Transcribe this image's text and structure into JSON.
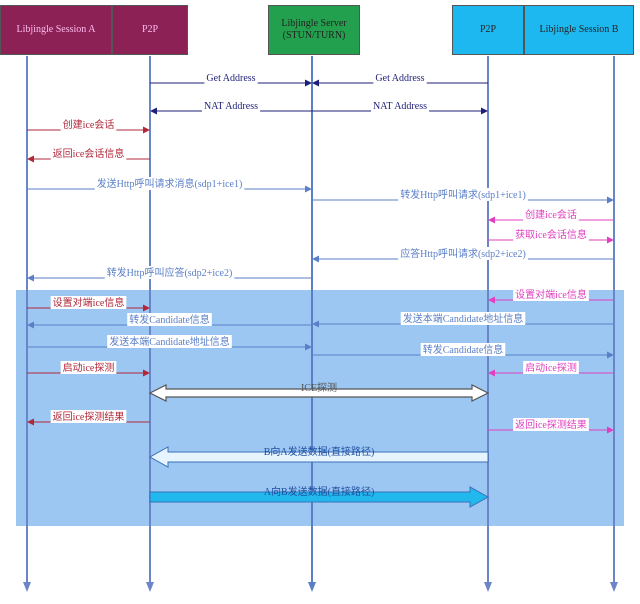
{
  "participants": [
    {
      "id": "A",
      "label": "Libjingle Session A",
      "color": "#8b2155"
    },
    {
      "id": "P2PA",
      "label": "P2P",
      "color": "#8b2155"
    },
    {
      "id": "S",
      "label": "Libjingle Server (STUN/TURN)",
      "color": "#23a04d"
    },
    {
      "id": "P2PB",
      "label": "P2P",
      "color": "#1eb8f0"
    },
    {
      "id": "B",
      "label": "Libjingle Session B",
      "color": "#1eb8f0"
    }
  ],
  "highlight_color": "#9cc7f2",
  "messages": [
    {
      "label": "Get Address",
      "from": "P2PA",
      "to": "S",
      "color": "#1f1f7a"
    },
    {
      "label": "Get Address",
      "from": "P2PB",
      "to": "S",
      "color": "#1f1f7a"
    },
    {
      "label": "NAT Address",
      "from": "S",
      "to": "P2PA",
      "color": "#1f1f7a"
    },
    {
      "label": "NAT Address",
      "from": "S",
      "to": "P2PB",
      "color": "#1f1f7a"
    },
    {
      "label": "创建ice会话",
      "from": "A",
      "to": "P2PA",
      "color": "#b0283a"
    },
    {
      "label": "返回ice会话信息",
      "from": "P2PA",
      "to": "A",
      "color": "#b0283a"
    },
    {
      "label": "发送Http呼叫请求消息(sdp1+ice1)",
      "from": "A",
      "to": "S",
      "color": "#5a7fc7"
    },
    {
      "label": "转发Http呼叫请求(sdp1+ice1)",
      "from": "S",
      "to": "B",
      "color": "#5a7fc7"
    },
    {
      "label": "创建ice会话",
      "from": "B",
      "to": "P2PB",
      "color": "#e040c0"
    },
    {
      "label": "获取ice会话信息",
      "from": "P2PB",
      "to": "B",
      "color": "#e040c0"
    },
    {
      "label": "应答Http呼叫请求(sdp2+ice2)",
      "from": "B",
      "to": "S",
      "color": "#5a7fc7"
    },
    {
      "label": "转发Http呼叫应答(sdp2+ice2)",
      "from": "S",
      "to": "A",
      "color": "#5a7fc7"
    },
    {
      "label": "设置对端ice信息",
      "from": "A",
      "to": "P2PA",
      "color": "#b0283a"
    },
    {
      "label": "设置对端ice信息",
      "from": "B",
      "to": "P2PB",
      "color": "#e040c0"
    },
    {
      "label": "转发Candidate信息",
      "from": "S",
      "to": "A",
      "color": "#5a7fc7"
    },
    {
      "label": "发送本端Candidate地址信息",
      "from": "B",
      "to": "S",
      "color": "#5a7fc7"
    },
    {
      "label": "发送本端Candidate地址信息",
      "from": "A",
      "to": "S",
      "color": "#5a7fc7"
    },
    {
      "label": "转发Candidate信息",
      "from": "S",
      "to": "B",
      "color": "#5a7fc7"
    },
    {
      "label": "启动ice探测",
      "from": "A",
      "to": "P2PA",
      "color": "#b0283a"
    },
    {
      "label": "启动ice探测",
      "from": "B",
      "to": "P2PB",
      "color": "#e040c0"
    },
    {
      "label": "ICE探测",
      "from": "P2PA",
      "to": "P2PB",
      "color": "#555555"
    },
    {
      "label": "返回ice探测结果",
      "from": "P2PA",
      "to": "A",
      "color": "#b0283a"
    },
    {
      "label": "返回ice探测结果",
      "from": "P2PB",
      "to": "B",
      "color": "#e040c0"
    },
    {
      "label": "B向A发送数据(直接路径)",
      "from": "P2PB",
      "to": "P2PA",
      "color": "#1f4fa0"
    },
    {
      "label": "A向B发送数据(直接路径)",
      "from": "P2PA",
      "to": "P2PB",
      "color": "#1f4fa0"
    }
  ]
}
